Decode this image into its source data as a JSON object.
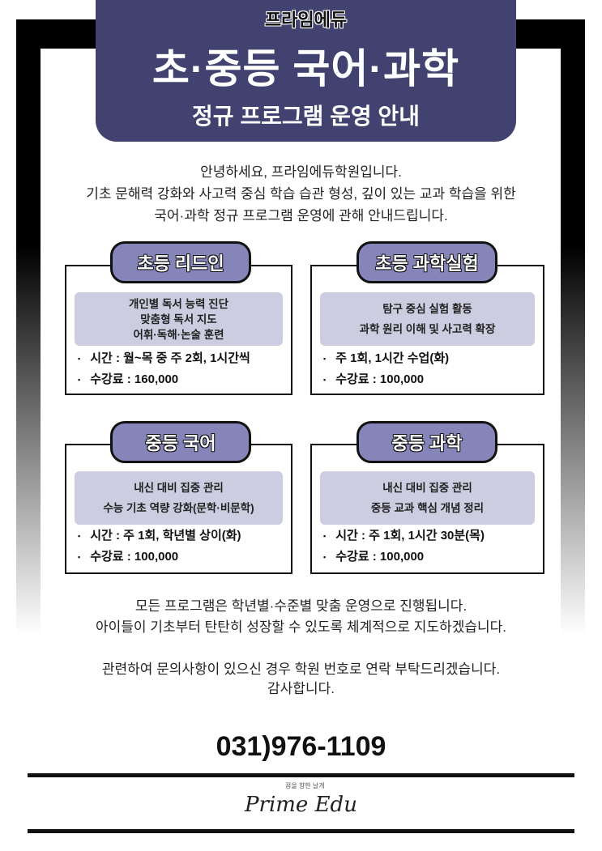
{
  "header": {
    "brand": "프라임에듀",
    "title": "초·중등 국어·과학",
    "subtitle": "정규 프로그램 운영 안내"
  },
  "intro": [
    "안녕하세요, 프라임에듀학원입니다.",
    "기초 문해력 강화와 사고력 중심 학습 습관 형성, 깊이 있는 교과 학습을 위한",
    "국어·과학 정규 프로그램 운영에 관해 안내드립니다."
  ],
  "programs": [
    {
      "title": "초등 리드인",
      "desc": [
        "개인별 독서 능력 진단",
        "맞춤형 독서 지도",
        "어휘·독해·논술 훈련"
      ],
      "bullets": [
        "시간 : 월~목 중 주 2회, 1시간씩",
        "수강료 : 160,000"
      ]
    },
    {
      "title": "초등 과학실험",
      "desc": [
        "탐구 중심 실험 활동",
        "과학 원리 이해 및 사고력 확장"
      ],
      "bullets": [
        "주 1회,  1시간 수업(화)",
        "수강료 : 100,000"
      ]
    },
    {
      "title": "중등 국어",
      "desc": [
        "내신 대비 집중 관리",
        "수능 기초 역량 강화(문학·비문학)"
      ],
      "bullets": [
        "시간 : 주 1회, 학년별  상이(화)",
        "수강료 : 100,000"
      ]
    },
    {
      "title": "중등 과학",
      "desc": [
        "내신 대비 집중 관리",
        "중등 교과 핵심 개념 정리"
      ],
      "bullets": [
        "시간 : 주 1회, 1시간 30분(목)",
        "수강료 : 100,000"
      ]
    }
  ],
  "closing": [
    "모든 프로그램은 학년별·수준별 맞춤 운영으로 진행됩니다.",
    "아이들이 기초부터 탄탄히 성장할 수 있도록 체계적으로 지도하겠습니다.",
    "관련하여 문의사항이 있으신 경우 학원 번호로 연락 부탁드리겠습니다.",
    "감사합니다."
  ],
  "phone": "031)976-1109",
  "logo": {
    "tagline": "꿈을 향한 날개",
    "name": "Prime Edu"
  },
  "colors": {
    "navy": "#41426f",
    "tab": "#8585b9",
    "box": "#cccde0"
  }
}
